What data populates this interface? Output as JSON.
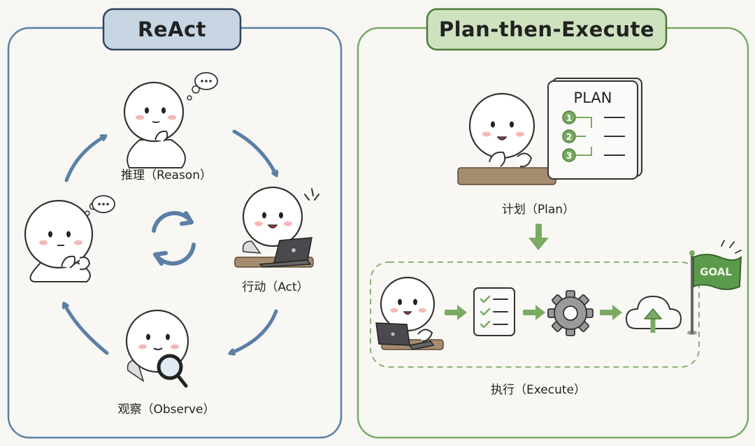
{
  "react": {
    "title": "ReAct",
    "reason_label": "推理（Reason）",
    "act_label": "行动（Act）",
    "observe_label": "观察（Observe）",
    "accent": "#5b7fa6"
  },
  "plan_execute": {
    "title": "Plan-then-Execute",
    "plan_board_title": "PLAN",
    "plan_steps": [
      "1",
      "2",
      "3"
    ],
    "plan_label": "计划（Plan）",
    "execute_label": "执行（Execute）",
    "goal_flag": "GOAL",
    "accent": "#7aab62"
  },
  "icons": [
    "thought-bubble-icon",
    "cycle-arrows-icon",
    "laptop-icon",
    "magnifier-icon",
    "checklist-icon",
    "gear-icon",
    "cloud-upload-icon",
    "goal-flag-icon"
  ]
}
